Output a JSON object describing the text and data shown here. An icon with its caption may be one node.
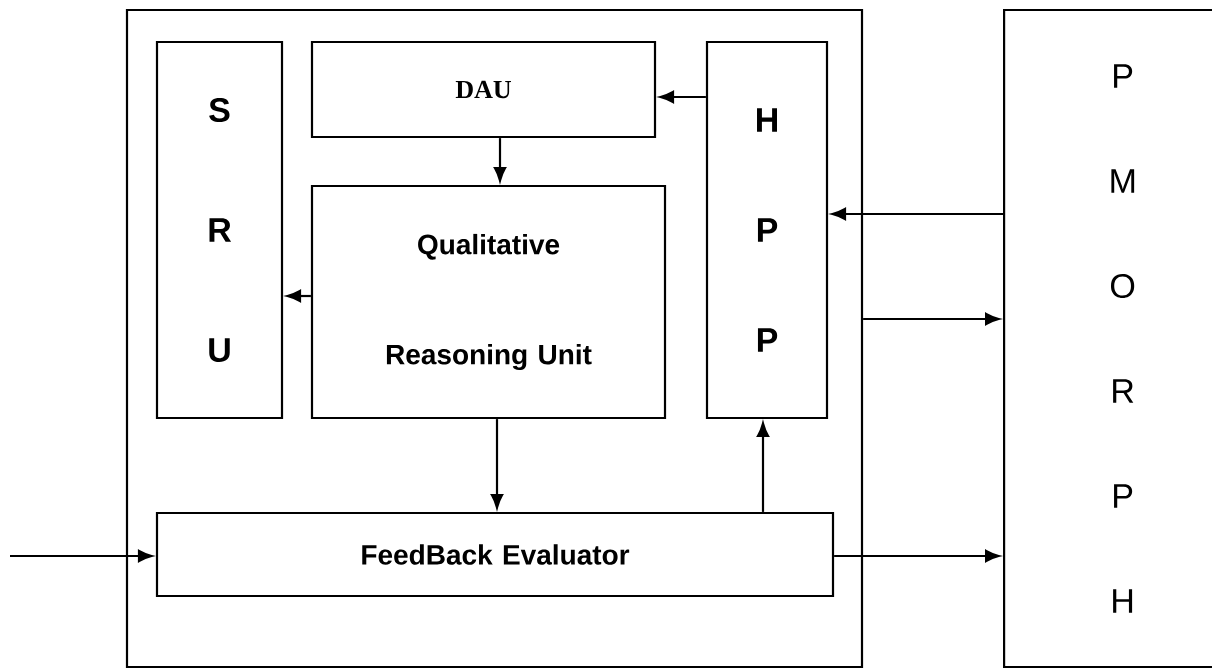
{
  "diagram": {
    "nodes": [
      {
        "text": [],
        "shape": "box"
      },
      {
        "text": [
          "S R U"
        ],
        "in": 0
      },
      {
        "text": [
          "DAU"
        ],
        "in": 0
      },
      {
        "text": [
          "Qualitative Reasoning Unit"
        ],
        "in": 0
      },
      {
        "text": [
          "H P P"
        ],
        "in": 0
      },
      {
        "text": [
          "FeedBack Evaluator"
        ],
        "in": 0
      },
      {
        "text": [
          "P M O R P H"
        ]
      }
    ],
    "edges": [
      {
        "from": 4,
        "to": 2,
        "arrow": "to"
      },
      {
        "from": 2,
        "to": 3,
        "arrow": "to"
      },
      {
        "from": 3,
        "to": 1,
        "arrow": "to"
      },
      {
        "from": 6,
        "to": 4,
        "arrow": "to"
      },
      {
        "from": 0,
        "to": 6,
        "arrow": "to"
      },
      {
        "from": 3,
        "to": 5,
        "arrow": "to"
      },
      {
        "from": 5,
        "to": 4,
        "arrow": "to"
      },
      {
        "from": 5,
        "to": 6,
        "arrow": "to"
      },
      {
        "from": null,
        "to": 5,
        "arrow": "to"
      }
    ]
  }
}
